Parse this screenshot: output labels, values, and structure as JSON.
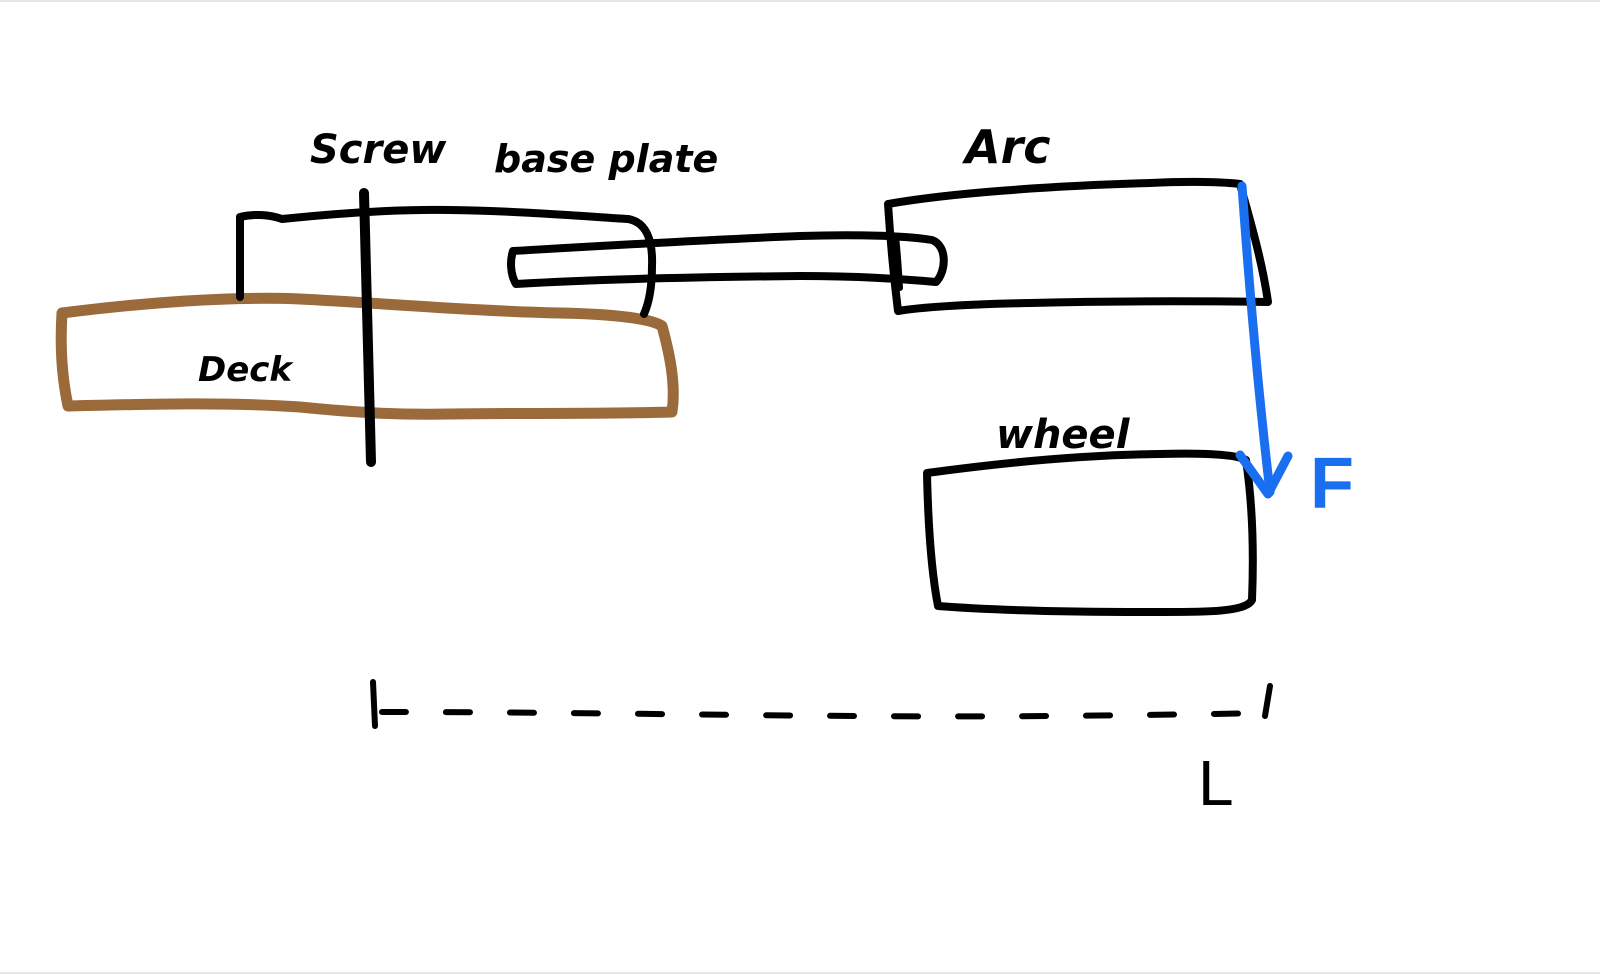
{
  "labels": {
    "screw": "Screw",
    "base_plate": "base plate",
    "arc": "Arc",
    "deck": "Deck",
    "wheel": "wheel",
    "force": "F",
    "length": "L"
  },
  "colors": {
    "ink": "#000000",
    "deck": "#9a6a3a",
    "force": "#1a6ff0",
    "background": "#ffffff"
  }
}
